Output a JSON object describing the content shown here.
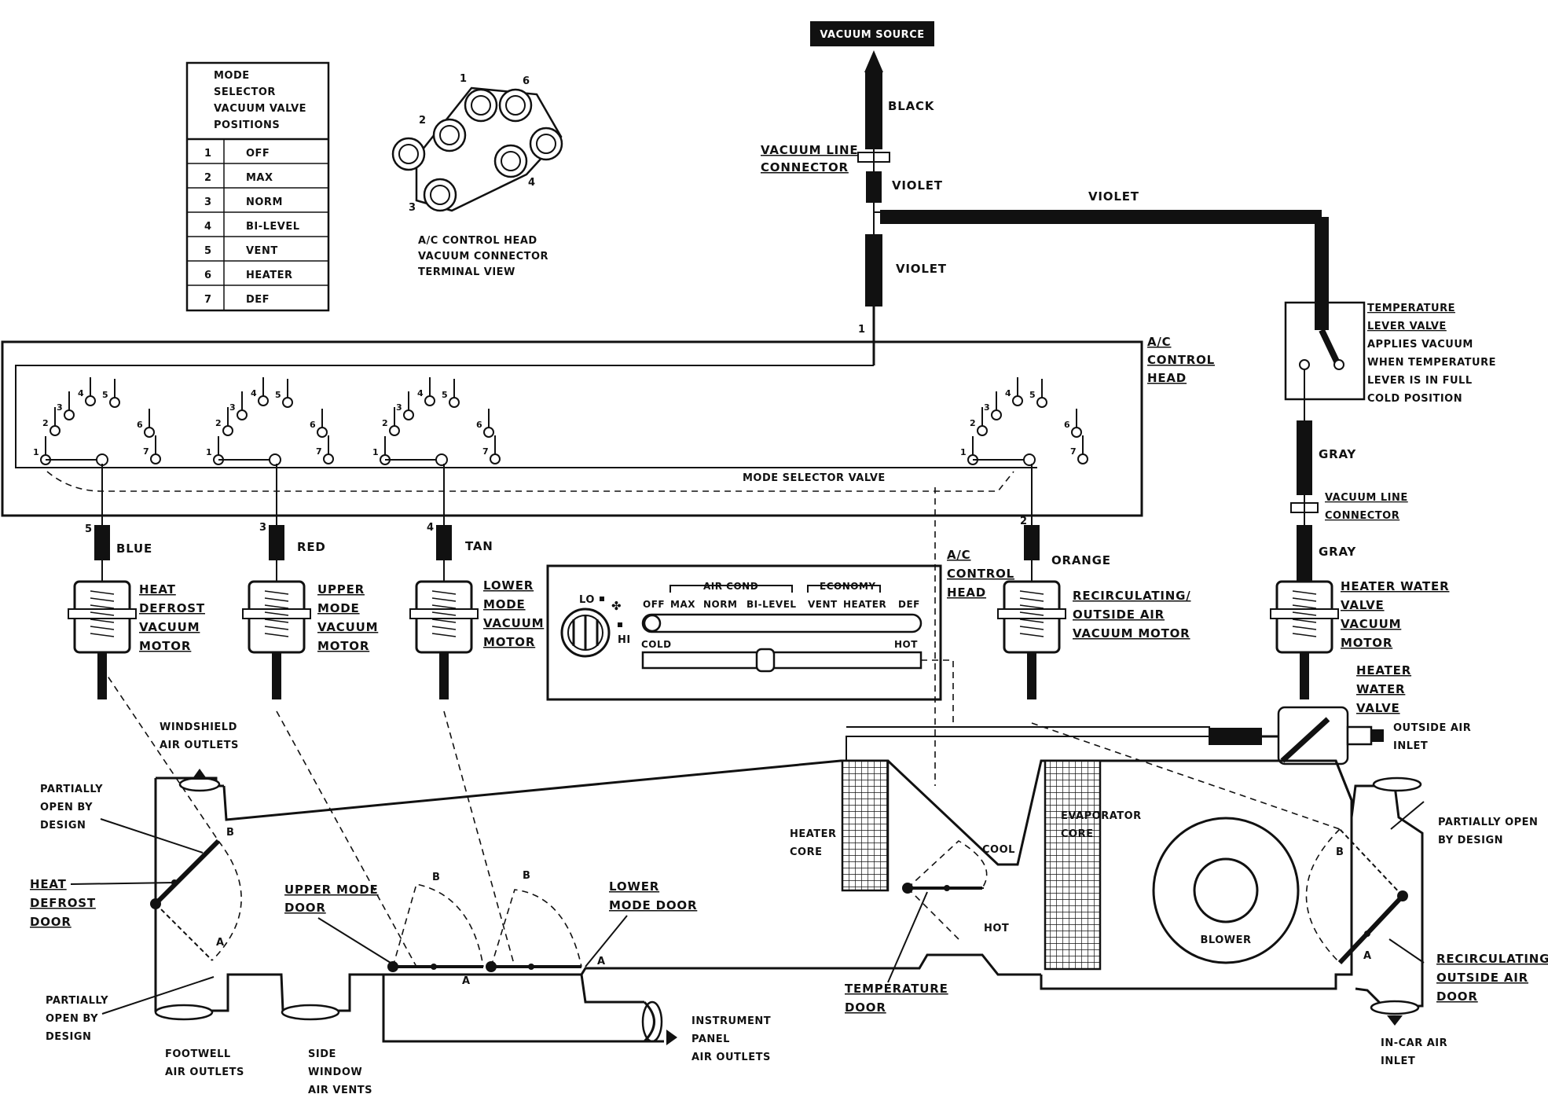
{
  "labels": {
    "vacuum_source": "VACUUM SOURCE",
    "black": "BLACK",
    "vacuum_line_connector_1": "VACUUM LINE",
    "vacuum_line_connector_2": "CONNECTOR",
    "violet_1": "VIOLET",
    "violet_2": "VIOLET",
    "violet_3": "VIOLET",
    "ac_control_head_top": [
      "A/C",
      "CONTROL",
      "HEAD"
    ],
    "ac_control_head_mid": [
      "A/C",
      "CONTROL",
      "HEAD"
    ],
    "temp_lever_valve": [
      "TEMPERATURE",
      "LEVER VALVE",
      "APPLIES VACUUM",
      "WHEN TEMPERATURE",
      "LEVER IS IN FULL",
      "COLD POSITION"
    ],
    "gray_1": "GRAY",
    "gray_2": "GRAY",
    "vacuum_line_connector_b": [
      "VACUUM LINE",
      "CONNECTOR"
    ],
    "mode_selector_valve": "MODE SELECTOR VALVE",
    "blue": "BLUE",
    "red": "RED",
    "tan": "TAN",
    "orange": "ORANGE",
    "heat_defrost_motor": [
      "HEAT",
      "DEFROST",
      "VACUUM",
      "MOTOR"
    ],
    "upper_mode_motor": [
      "UPPER",
      "MODE",
      "VACUUM",
      "MOTOR"
    ],
    "lower_mode_motor": [
      "LOWER",
      "MODE",
      "VACUUM",
      "MOTOR"
    ],
    "recirc_motor": [
      "RECIRCULATING/",
      "OUTSIDE AIR",
      "VACUUM MOTOR"
    ],
    "heater_water_motor": [
      "HEATER WATER",
      "VALVE",
      "VACUUM",
      "MOTOR"
    ],
    "heater_water_valve": [
      "HEATER",
      "WATER",
      "VALVE"
    ],
    "outside_air_inlet": [
      "OUTSIDE AIR",
      "INLET"
    ],
    "windshield_outlets": [
      "WINDSHIELD",
      "AIR OUTLETS"
    ],
    "partially_open_left_top": [
      "PARTIALLY",
      "OPEN BY",
      "DESIGN"
    ],
    "heat_defrost_door": [
      "HEAT",
      "DEFROST",
      "DOOR"
    ],
    "partially_open_left_bottom": [
      "PARTIALLY",
      "OPEN BY",
      "DESIGN"
    ],
    "footwell_outlets": [
      "FOOTWELL",
      "AIR OUTLETS"
    ],
    "side_window_vents": [
      "SIDE",
      "WINDOW",
      "AIR VENTS"
    ],
    "upper_mode_door": [
      "UPPER MODE",
      "DOOR"
    ],
    "lower_mode_door": [
      "LOWER",
      "MODE DOOR"
    ],
    "instrument_panel_outlets": [
      "INSTRUMENT",
      "PANEL",
      "AIR OUTLETS"
    ],
    "heater_core": [
      "HEATER",
      "CORE"
    ],
    "cool": "COOL",
    "hot": "HOT",
    "temperature_door": [
      "TEMPERATURE",
      "DOOR"
    ],
    "evaporator_core": [
      "EVAPORATOR",
      "CORE"
    ],
    "blower": "BLOWER",
    "partially_open_right": [
      "PARTIALLY OPEN",
      "BY DESIGN"
    ],
    "recirc_door": [
      "RECIRCULATING",
      "OUTSIDE AIR",
      "DOOR"
    ],
    "in_car_inlet": [
      "IN-CAR AIR",
      "INLET"
    ],
    "connector_view": [
      "A/C CONTROL HEAD",
      "VACUUM CONNECTOR",
      "TERMINAL VIEW"
    ],
    "door_a": "A",
    "door_b": "B"
  },
  "positions_table": {
    "title": [
      "MODE",
      "SELECTOR",
      "VACUUM VALVE",
      "POSITIONS"
    ],
    "rows": [
      {
        "num": "1",
        "name": "OFF"
      },
      {
        "num": "2",
        "name": "MAX"
      },
      {
        "num": "3",
        "name": "NORM"
      },
      {
        "num": "4",
        "name": "BI-LEVEL"
      },
      {
        "num": "5",
        "name": "VENT"
      },
      {
        "num": "6",
        "name": "HEATER"
      },
      {
        "num": "7",
        "name": "DEF"
      }
    ]
  },
  "control_panel": {
    "lo": "LO",
    "hi": "HI",
    "air_cond": "AIR COND",
    "economy": "ECONOMY",
    "modes": [
      "OFF",
      "MAX",
      "NORM",
      "BI-LEVEL",
      "VENT",
      "HEATER",
      "DEF"
    ],
    "cold": "COLD",
    "hot": "HOT"
  },
  "port_numbers": [
    "1",
    "2",
    "3",
    "4",
    "5",
    "6",
    "7"
  ]
}
